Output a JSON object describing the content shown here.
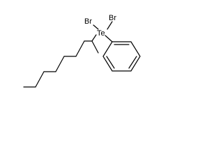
{
  "molecule": {
    "atoms": {
      "br1": "Br",
      "br2": "Br",
      "te": "Te"
    },
    "bond_color": "#000000",
    "background": "#ffffff"
  }
}
